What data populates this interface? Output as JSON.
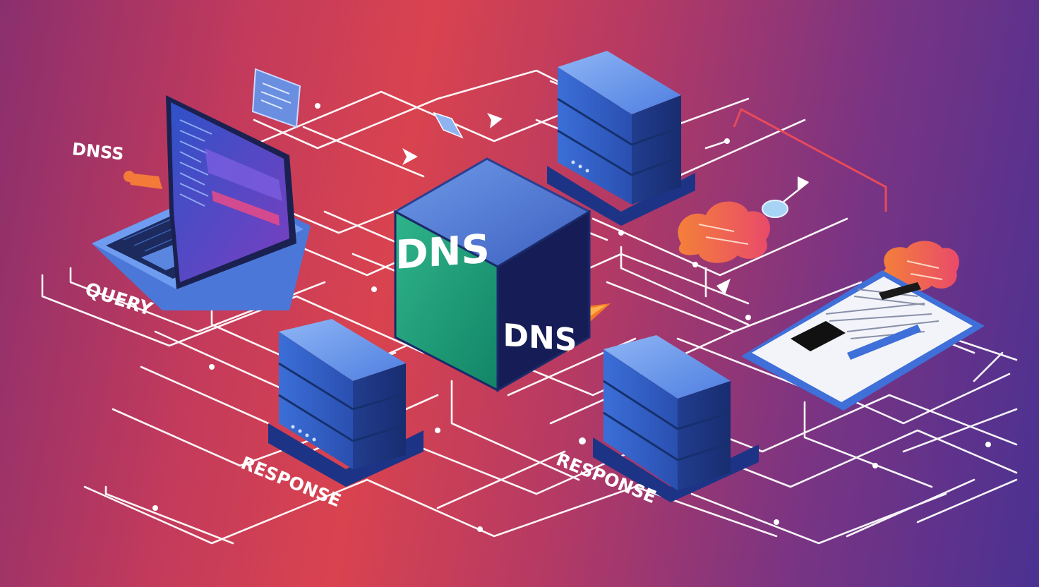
{
  "labels": {
    "cube_front": "DNS",
    "cube_side": "DNS",
    "top_left": "DNSS",
    "query": "QUERY",
    "response_left": "RESPONSE",
    "response_right": "RESPONSE"
  },
  "colors": {
    "background_left": "#8a2f6e",
    "background_center": "#d9434f",
    "background_right": "#4a3192",
    "network_line": "#ffffff",
    "cube_green": "#1f9c7a",
    "cube_navy": "#1a1f5c",
    "server_blue": "#3a66d0",
    "cloud_orange": "#f26a4a",
    "arrow_orange": "#f47a2a"
  },
  "icons": [
    "laptop-icon",
    "server-icon",
    "cloud-icon",
    "tablet-icon",
    "document-icon",
    "arrow-icon",
    "key-icon"
  ]
}
